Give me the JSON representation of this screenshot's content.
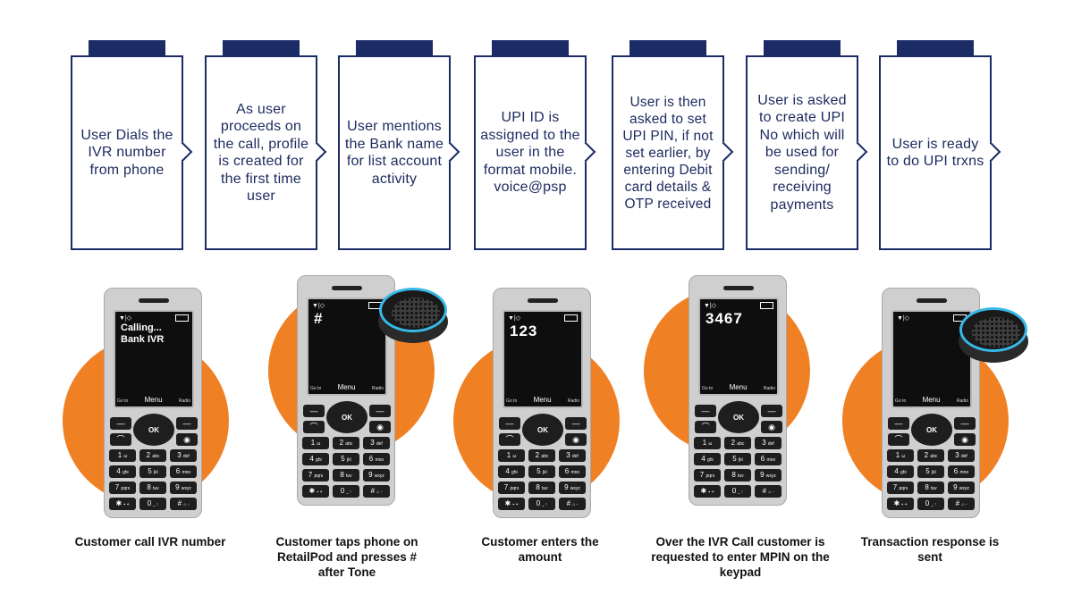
{
  "steps": [
    {
      "text": "User Dials the IVR number from phone"
    },
    {
      "text": "As user proceeds on the call, profile is created for the first time user"
    },
    {
      "text": "User mentions the Bank name for list account activity"
    },
    {
      "text": "UPI ID is assigned to the user in the format mobile. voice@psp"
    },
    {
      "text": "User is then asked to set UPI PIN, if not set earlier, by entering Debit card details & OTP received"
    },
    {
      "text": "User is asked to create UPI No which will be used for sending/ receiving payments"
    },
    {
      "text": "User is ready to do UPI trxns"
    }
  ],
  "phones": [
    {
      "screen_line1": "Calling...",
      "screen_line2": "Bank IVR",
      "digits": "",
      "caption": "Customer call IVR number"
    },
    {
      "screen_line1": "",
      "screen_line2": "",
      "digits": "#",
      "caption": "Customer taps phone on RetailPod and presses # after Tone"
    },
    {
      "screen_line1": "",
      "screen_line2": "",
      "digits": "123",
      "caption": "Customer enters the amount"
    },
    {
      "screen_line1": "",
      "screen_line2": "",
      "digits": "3467",
      "caption": "Over the IVR Call customer is requested to enter MPIN on the keypad"
    },
    {
      "screen_line1": "",
      "screen_line2": "",
      "digits": "",
      "caption": "Transaction response is sent"
    }
  ],
  "softkeys": {
    "left": "Go to",
    "center": "Menu",
    "right": "Radio"
  },
  "ok_label": "OK",
  "keypad": [
    {
      "d": "1",
      "l": "ω"
    },
    {
      "d": "2",
      "l": "abc"
    },
    {
      "d": "3",
      "l": "def"
    },
    {
      "d": "4",
      "l": "ghi"
    },
    {
      "d": "5",
      "l": "jkl"
    },
    {
      "d": "6",
      "l": "mno"
    },
    {
      "d": "7",
      "l": "pqrs"
    },
    {
      "d": "8",
      "l": "tuv"
    },
    {
      "d": "9",
      "l": "wxyz"
    },
    {
      "d": "✱",
      "l": "▪ +"
    },
    {
      "d": "0",
      "l": "⎵ ↑"
    },
    {
      "d": "#",
      "l": "⌂ ◦"
    }
  ],
  "icons": {
    "card_tab": "tab-marker-icon",
    "card_arrow": "chevron-right-icon",
    "pod": "retailpod-speaker-icon",
    "call": "call-key-icon",
    "end": "end-call-key-icon"
  },
  "colors": {
    "navy": "#1a2b66",
    "orange": "#f08024",
    "pod_ring": "#37b8e6",
    "phone_body": "#cfcfcf"
  }
}
